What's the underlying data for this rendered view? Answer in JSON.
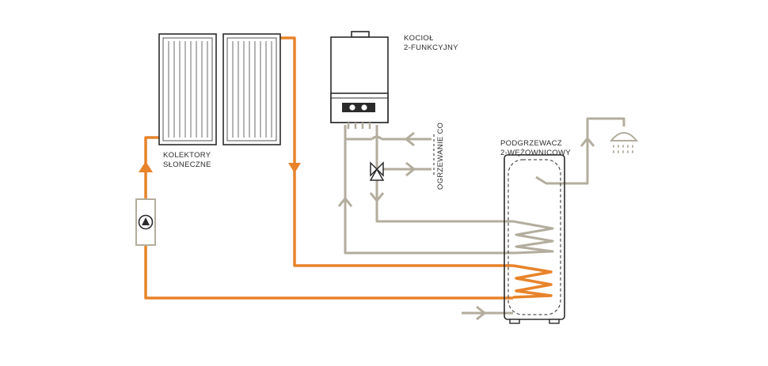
{
  "labels": {
    "boiler": [
      "KOCIOŁ",
      "2-FUNKCYJNY"
    ],
    "collectors": [
      "KOLEKTORY",
      "SŁONECZNE"
    ],
    "heater": [
      "PODGRZEWACZ",
      "2-WĘŻOWNICOWY"
    ],
    "heating": "OGRZEWANIE CO"
  },
  "colors": {
    "solar_loop": "#e8832a",
    "boiler_loop": "#b3ad9d",
    "outline": "#2b2b2b",
    "background": "#ffffff"
  },
  "icons": [
    "solar-collector-panel",
    "boiler-unit",
    "circulation-pump-icon",
    "three-way-valve-icon",
    "shower-head-icon",
    "flow-arrow-icon",
    "water-heater-tank"
  ]
}
